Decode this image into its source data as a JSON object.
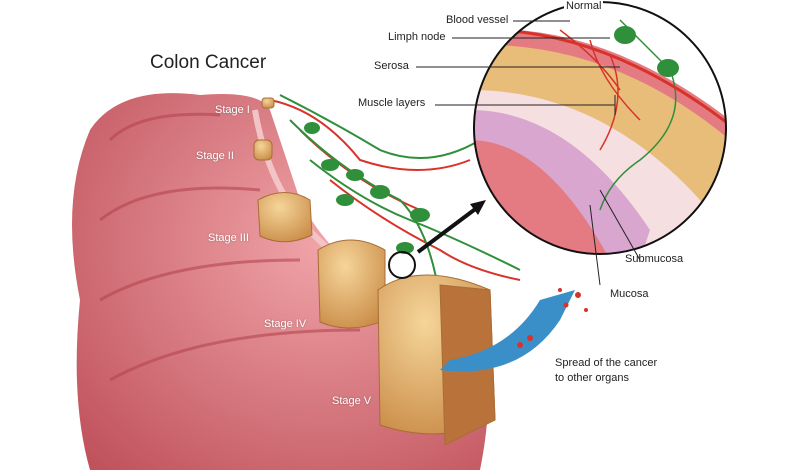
{
  "title": "Colon Cancer",
  "inset": {
    "heading": "Normal",
    "labels": {
      "blood_vessel": "Blood vessel",
      "lymph_node": "Limph node",
      "serosa": "Serosa",
      "muscle_layers": "Muscle layers",
      "submucosa": "Submucosa",
      "mucosa": "Mucosa"
    }
  },
  "stages": [
    "Stage I",
    "Stage II",
    "Stage III",
    "Stage IV",
    "Stage V"
  ],
  "spread_label_line1": "Spread of the cancer",
  "spread_label_line2": "to other organs",
  "colors": {
    "tissue": "#d9717a",
    "vessel": "#d8332a",
    "lymph": "#2f8f3a",
    "tumor": "#e3b46e",
    "arrow": "#3b8fc8"
  }
}
